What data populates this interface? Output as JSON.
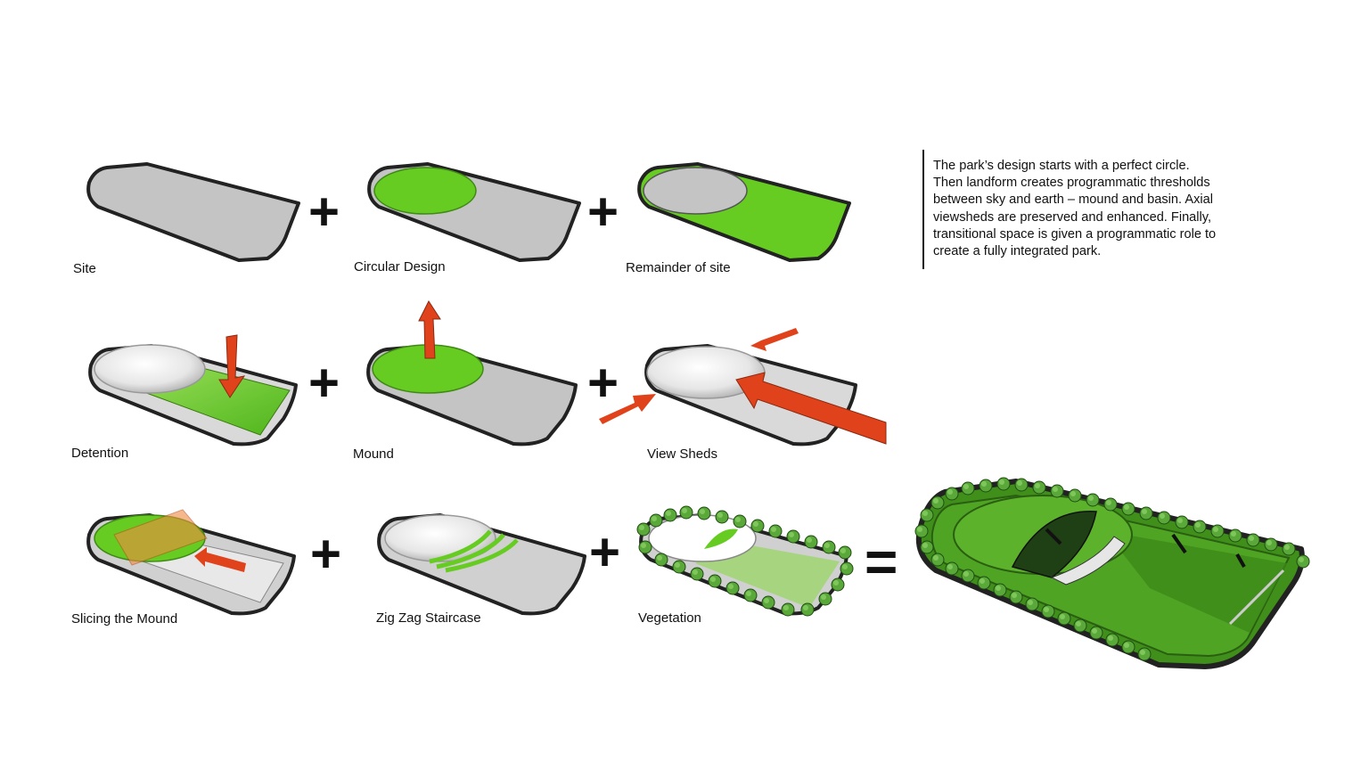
{
  "steps": [
    {
      "label": "Site"
    },
    {
      "label": "Circular Design"
    },
    {
      "label": "Remainder of site"
    },
    {
      "label": "Detention"
    },
    {
      "label": "Mound"
    },
    {
      "label": "View Sheds"
    },
    {
      "label": "Slicing the Mound"
    },
    {
      "label": "Zig Zag Staircase"
    },
    {
      "label": "Vegetation"
    }
  ],
  "operators": {
    "plus": "+",
    "equals": "="
  },
  "description": {
    "lines": [
      "The park’s design starts with a perfect circle.",
      "Then landform creates programmatic thresholds",
      "between sky and earth – mound and basin.  Axial",
      "viewsheds are preserved and enhanced. Finally,",
      "transitional space is given a programmatic role to",
      "create a fully  integrated park."
    ]
  },
  "colors": {
    "site_gray": "#c4c4c4",
    "outline": "#2a2a2a",
    "green": "#66cc22",
    "dark_green": "#2f7a12",
    "arrow_red": "#e0421c",
    "tree_green": "#5aa83a"
  }
}
